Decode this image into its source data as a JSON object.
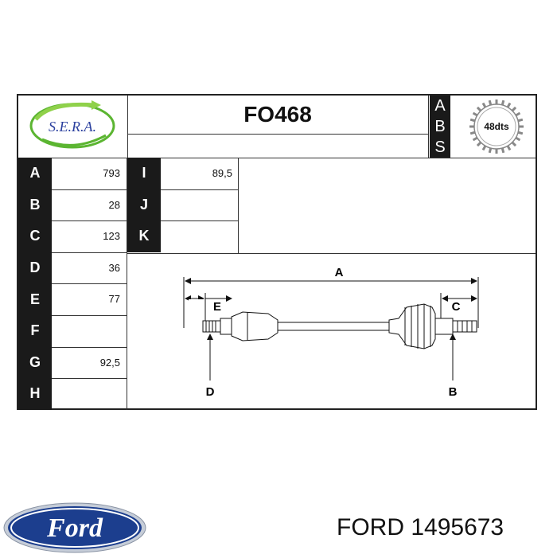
{
  "header": {
    "part_number": "FO468",
    "abs_letters": [
      "A",
      "B",
      "S"
    ],
    "abs_teeth": "48dts"
  },
  "logo": {
    "text": "S.E.R.A."
  },
  "left_table": [
    {
      "letter": "A",
      "value": "793"
    },
    {
      "letter": "B",
      "value": "28"
    },
    {
      "letter": "C",
      "value": "123"
    },
    {
      "letter": "D",
      "value": "36"
    },
    {
      "letter": "E",
      "value": "77"
    },
    {
      "letter": "F",
      "value": ""
    },
    {
      "letter": "G",
      "value": "92,5"
    },
    {
      "letter": "H",
      "value": ""
    }
  ],
  "mid_table": [
    {
      "letter": "I",
      "value": "89,5"
    },
    {
      "letter": "J",
      "value": ""
    },
    {
      "letter": "K",
      "value": ""
    }
  ],
  "diagram_labels": {
    "a": "A",
    "b": "B",
    "c": "C",
    "d": "D",
    "e": "E"
  },
  "footer": {
    "brand_logo": "Ford",
    "caption": "FORD 1495673"
  }
}
